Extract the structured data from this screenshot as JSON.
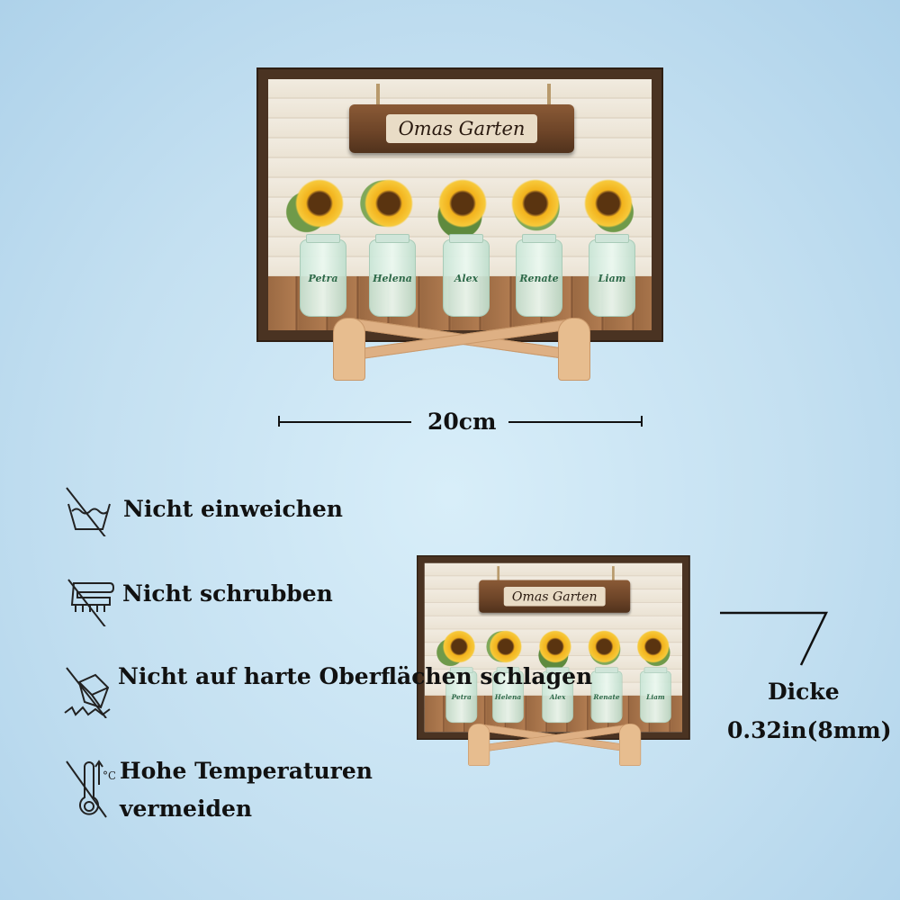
{
  "plaque": {
    "title": "Omas Garten",
    "names": [
      "Petra",
      "Helena",
      "Alex",
      "Renate",
      "Liam"
    ]
  },
  "dimension": {
    "width_label": "20cm"
  },
  "thickness": {
    "label": "Dicke",
    "value": "0.32in(8mm)"
  },
  "care": [
    {
      "icon": "no-soaking-icon",
      "text": "Nicht einweichen"
    },
    {
      "icon": "no-scrubbing-icon",
      "text": "Nicht schrubben"
    },
    {
      "icon": "no-hard-impact-icon",
      "text": "Nicht auf harte Oberflächen schlagen"
    },
    {
      "icon": "no-high-temperature-icon",
      "text": "Hohe Temperaturen vermeiden"
    }
  ]
}
